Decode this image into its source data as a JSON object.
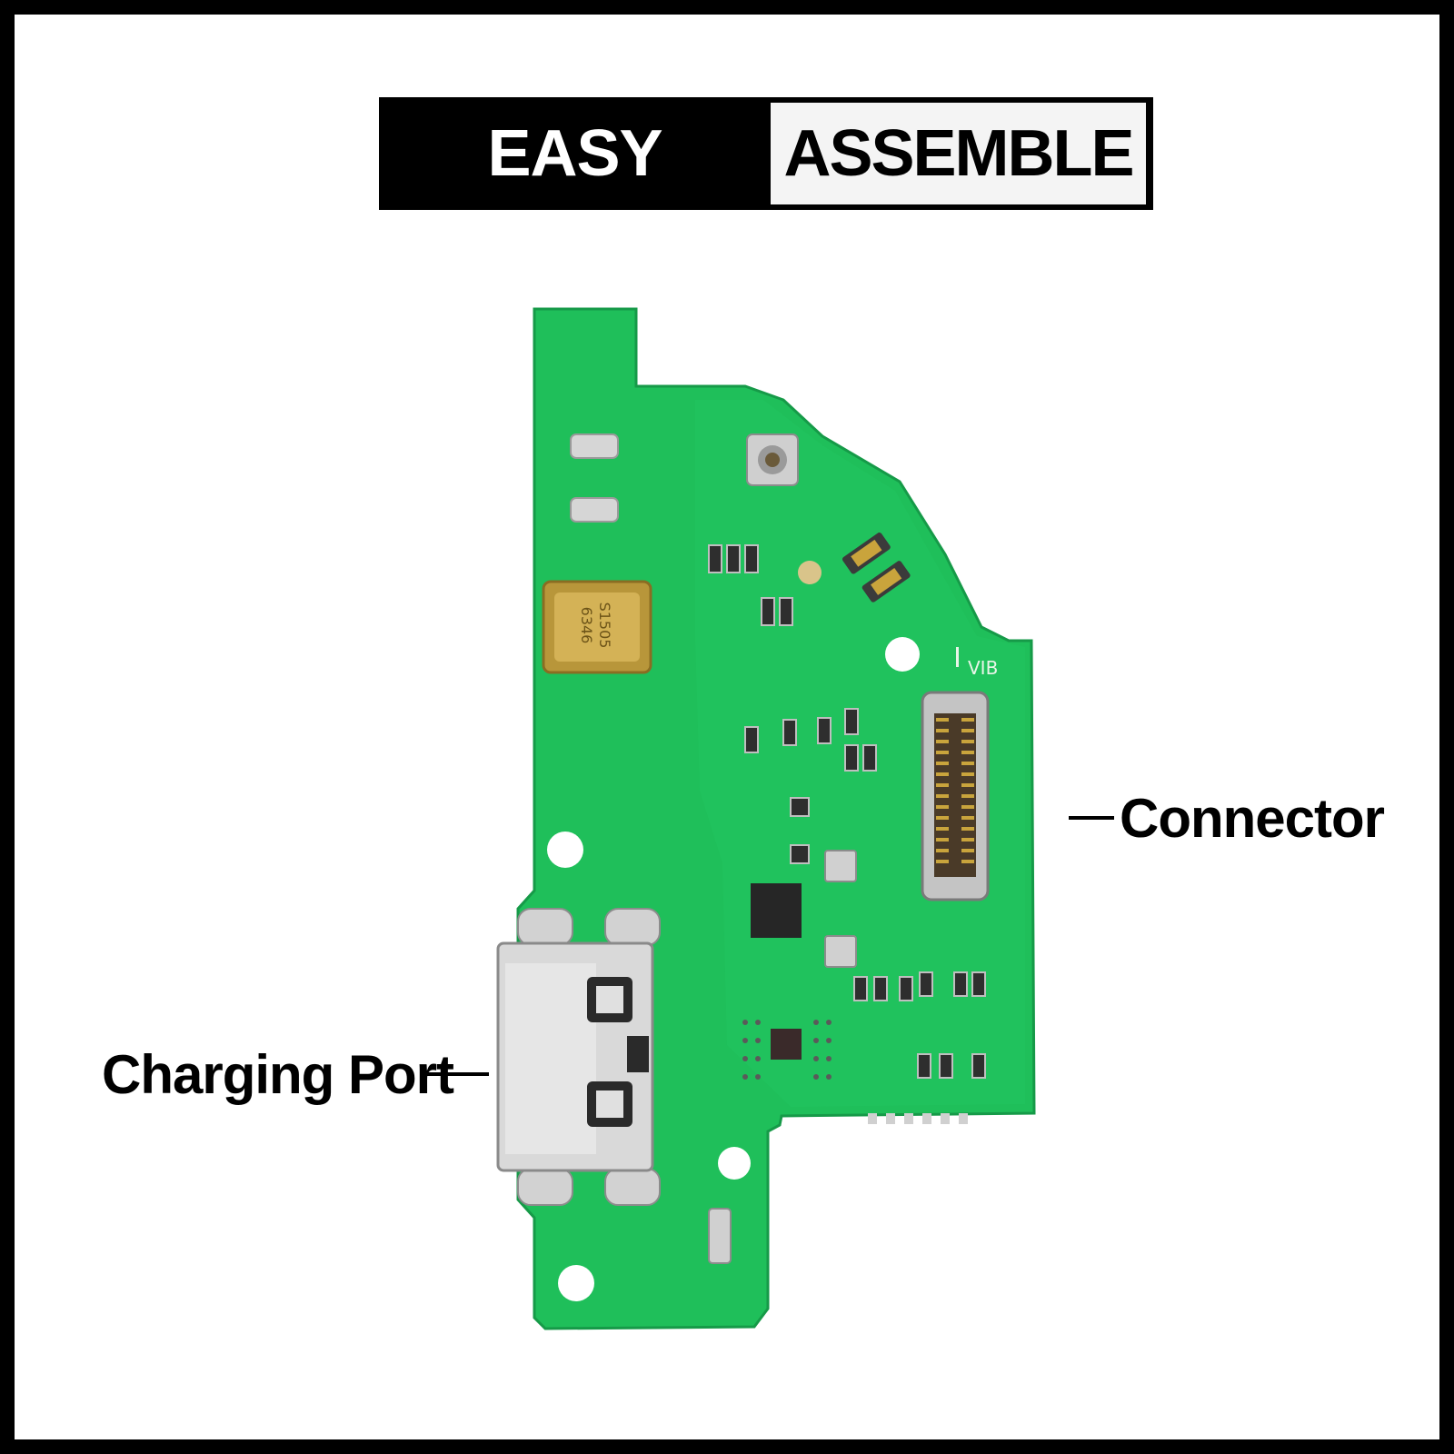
{
  "banner": {
    "left_text": "EASY",
    "right_text": "ASSEMBLE"
  },
  "callouts": {
    "connector": "Connector",
    "charging_port": "Charging Port"
  },
  "board": {
    "silkscreen_label": "VIB",
    "mic_marking_line1": "S1505",
    "mic_marking_line2": "6346"
  },
  "colors": {
    "pcb_green": "#1fbf5a",
    "pcb_dark_green": "#15a449",
    "metal": "#cfcfcf",
    "gold": "#c9a43c"
  }
}
